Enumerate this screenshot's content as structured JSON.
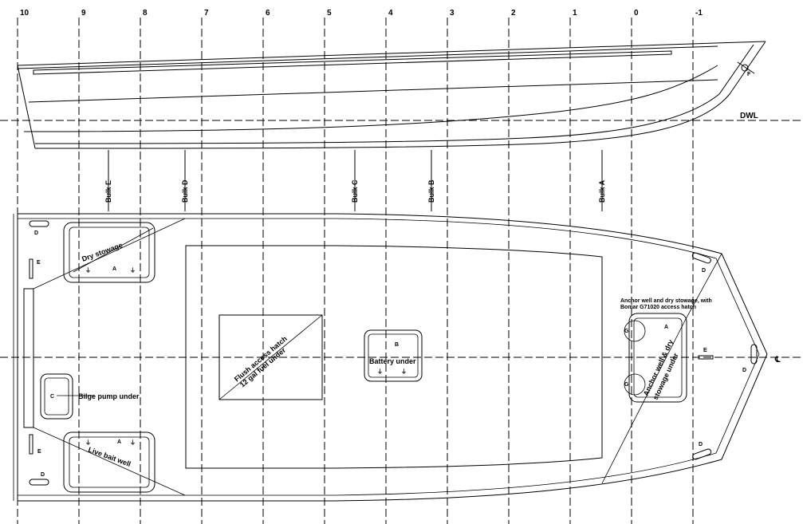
{
  "stations": [
    "10",
    "9",
    "8",
    "7",
    "6",
    "5",
    "4",
    "3",
    "2",
    "1",
    "0",
    "-1"
  ],
  "waterline_label": "DWL",
  "bulkheads": [
    "Bulk E",
    "Bulk D",
    "Bulk C",
    "Bulk B",
    "Bulk A"
  ],
  "hatches": {
    "dry_stowage": "Dry stowage",
    "live_bait": "Live bait well",
    "bilge_pump": "Bilge pump under",
    "flush_hatch_line1": "Flush access hatch",
    "flush_hatch_line2": "12 gal fuel under",
    "battery": "Battery under",
    "anchor_well_line1": "Anchor well & dry",
    "anchor_well_line2": "stowage under",
    "anchor_note_line1": "Anchor well and dry stowage, with",
    "anchor_note_line2": "Bomar G71020 access hatch"
  },
  "hatch_letters": {
    "a": "A",
    "b": "B",
    "c": "C",
    "g": "G"
  },
  "fitting_letters": {
    "d": "D",
    "e": "E",
    "f": "F"
  },
  "centerline_symbol": "℄"
}
